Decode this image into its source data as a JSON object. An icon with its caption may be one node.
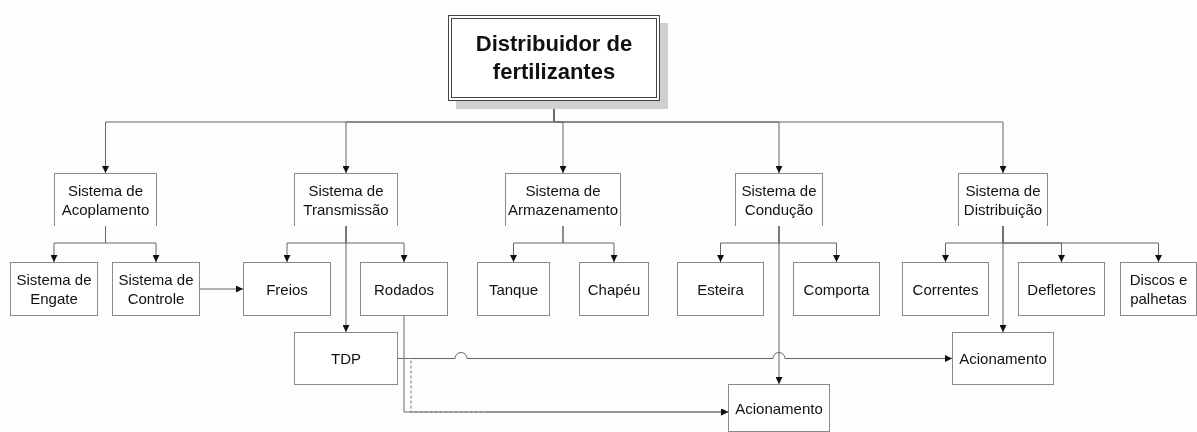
{
  "diagram": {
    "nodes": [
      {
        "text": [
          "Distribuidor de fertilizantes"
        ]
      },
      {
        "text": [
          "Sistema de Acoplamento"
        ]
      },
      {
        "text": [
          "Sistema de Transmissão"
        ]
      },
      {
        "text": [
          "Sistema de Armazenamento"
        ]
      },
      {
        "text": [
          "Sistema de Condução"
        ]
      },
      {
        "text": [
          "Sistema de Distribuição"
        ]
      },
      {
        "text": [
          "Sistema de Engate"
        ]
      },
      {
        "text": [
          "Sistema de Controle"
        ]
      },
      {
        "text": [
          "Freios"
        ]
      },
      {
        "text": [
          "Rodados"
        ]
      },
      {
        "text": [
          "Tanque"
        ]
      },
      {
        "text": [
          "Chapéu"
        ]
      },
      {
        "text": [
          "Esteira"
        ]
      },
      {
        "text": [
          "Comporta"
        ]
      },
      {
        "text": [
          "Correntes"
        ]
      },
      {
        "text": [
          "Defletores"
        ]
      },
      {
        "text": [
          "Discos e palhetas"
        ]
      },
      {
        "text": [
          "TDP"
        ]
      },
      {
        "text": [
          "Acionamento"
        ]
      },
      {
        "text": [
          "Acionamento"
        ]
      }
    ],
    "edges": [
      {
        "from": 0,
        "to": 1,
        "arrow": "to"
      },
      {
        "from": 0,
        "to": 2,
        "arrow": "to"
      },
      {
        "from": 0,
        "to": 3,
        "arrow": "to"
      },
      {
        "from": 0,
        "to": 4,
        "arrow": "to"
      },
      {
        "from": 0,
        "to": 5,
        "arrow": "to"
      },
      {
        "from": 1,
        "to": 6,
        "arrow": "to"
      },
      {
        "from": 1,
        "to": 7,
        "arrow": "to"
      },
      {
        "from": 2,
        "to": 8,
        "arrow": "to"
      },
      {
        "from": 2,
        "to": 9,
        "arrow": "to"
      },
      {
        "from": 2,
        "to": 17,
        "arrow": "to"
      },
      {
        "from": 3,
        "to": 10,
        "arrow": "to"
      },
      {
        "from": 3,
        "to": 11,
        "arrow": "to"
      },
      {
        "from": 4,
        "to": 12,
        "arrow": "to"
      },
      {
        "from": 4,
        "to": 13,
        "arrow": "to"
      },
      {
        "from": 4,
        "to": 19,
        "arrow": "to"
      },
      {
        "from": 5,
        "to": 14,
        "arrow": "to"
      },
      {
        "from": 5,
        "to": 15,
        "arrow": "to"
      },
      {
        "from": 5,
        "to": 16,
        "arrow": "to"
      },
      {
        "from": 5,
        "to": 18,
        "arrow": "to"
      },
      {
        "from": 7,
        "to": 8,
        "arrow": "to"
      },
      {
        "from": 9,
        "to": 19,
        "arrow": "to"
      },
      {
        "from": 17,
        "to": 18,
        "arrow": "to"
      },
      {
        "from": 17,
        "to": 19,
        "arrow": "to",
        "style": "dashed"
      }
    ]
  }
}
